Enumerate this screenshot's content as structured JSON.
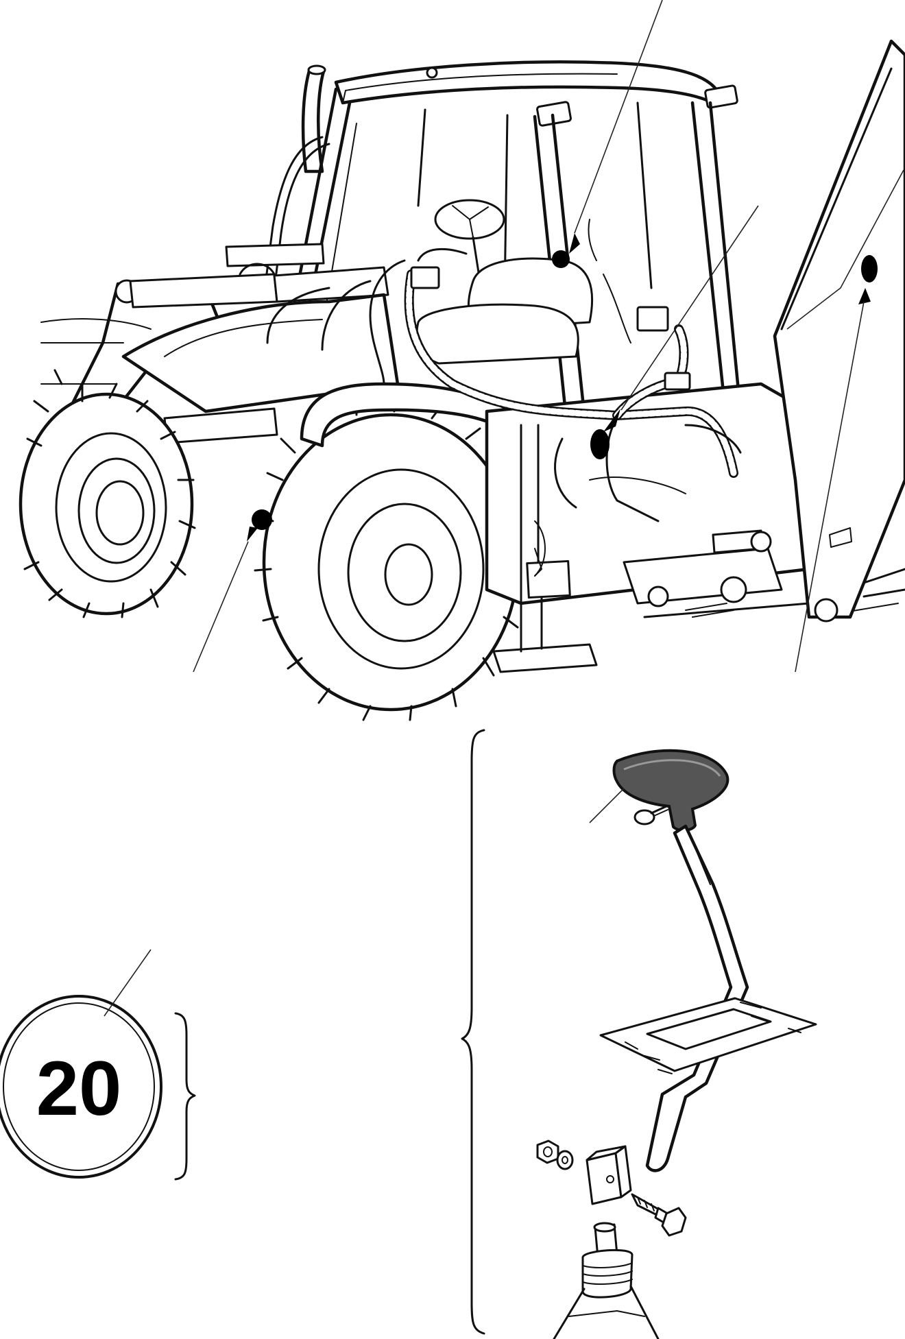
{
  "reference_badge": {
    "number": "20"
  },
  "marker_color": "#000000",
  "ink_color": "#111111",
  "icons": {
    "location_markers": [
      "cab-pillar-marker",
      "cab-floor-marker",
      "boom-marker",
      "chassis-marker"
    ],
    "parts": [
      "backhoe-loader",
      "gear-lever-knob",
      "gear-lever-rod",
      "floor-gaiter",
      "pivot-block",
      "bolt",
      "nut",
      "washer",
      "pivot-pin-base"
    ]
  }
}
